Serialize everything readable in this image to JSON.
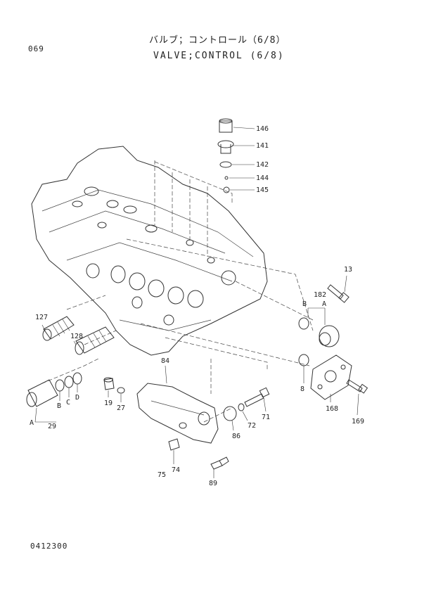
{
  "header": {
    "page_code": "069",
    "title_jp": "バルブ；コントロール（6/8）",
    "title_en": "VALVE;CONTROL (6/8)"
  },
  "footer": {
    "drawing_code": "0412300"
  },
  "callouts": {
    "p146": "146",
    "p141": "141",
    "p142": "142",
    "p144": "144",
    "p145": "145",
    "p13": "13",
    "p182": "182",
    "pB1": "B",
    "pA1": "A",
    "p127": "127",
    "p128": "128",
    "p84": "84",
    "p8a": "8",
    "p168": "168",
    "p169": "169",
    "p19": "19",
    "p27": "27",
    "pA2": "A",
    "pB2": "B",
    "pC": "C",
    "pD": "D",
    "p29": "29",
    "p71": "71",
    "p72": "72",
    "p86": "86",
    "p74": "74",
    "p75": "75",
    "p89": "89"
  }
}
